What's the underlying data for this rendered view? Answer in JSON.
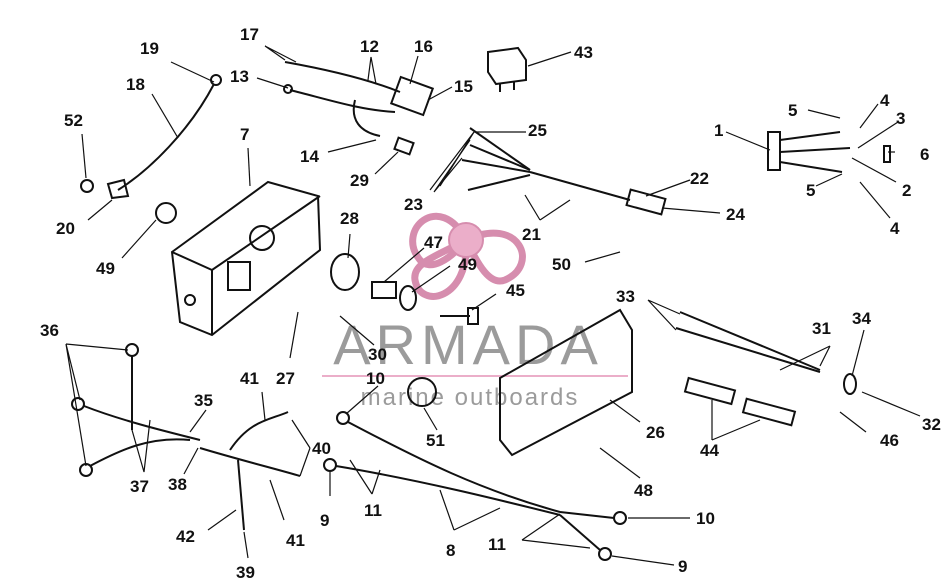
{
  "watermark": {
    "brand": "ARMADA",
    "tagline": "marine outboards",
    "accent_color": "#e8a0c0",
    "text_color": "#8a8a8a"
  },
  "callouts": [
    {
      "id": "c1",
      "text": "1"
    },
    {
      "id": "c2",
      "text": "2"
    },
    {
      "id": "c3",
      "text": "3"
    },
    {
      "id": "c4a",
      "text": "4"
    },
    {
      "id": "c4b",
      "text": "4"
    },
    {
      "id": "c5a",
      "text": "5"
    },
    {
      "id": "c5b",
      "text": "5"
    },
    {
      "id": "c6",
      "text": "6"
    },
    {
      "id": "c7",
      "text": "7"
    },
    {
      "id": "c8",
      "text": "8"
    },
    {
      "id": "c9a",
      "text": "9"
    },
    {
      "id": "c9b",
      "text": "9"
    },
    {
      "id": "c10a",
      "text": "10"
    },
    {
      "id": "c10b",
      "text": "10"
    },
    {
      "id": "c11a",
      "text": "11"
    },
    {
      "id": "c11b",
      "text": "11"
    },
    {
      "id": "c12",
      "text": "12"
    },
    {
      "id": "c13",
      "text": "13"
    },
    {
      "id": "c14",
      "text": "14"
    },
    {
      "id": "c15",
      "text": "15"
    },
    {
      "id": "c16",
      "text": "16"
    },
    {
      "id": "c17",
      "text": "17"
    },
    {
      "id": "c18",
      "text": "18"
    },
    {
      "id": "c19",
      "text": "19"
    },
    {
      "id": "c20",
      "text": "20"
    },
    {
      "id": "c21",
      "text": "21"
    },
    {
      "id": "c22",
      "text": "22"
    },
    {
      "id": "c23",
      "text": "23"
    },
    {
      "id": "c24",
      "text": "24"
    },
    {
      "id": "c25",
      "text": "25"
    },
    {
      "id": "c26",
      "text": "26"
    },
    {
      "id": "c27",
      "text": "27"
    },
    {
      "id": "c28",
      "text": "28"
    },
    {
      "id": "c29",
      "text": "29"
    },
    {
      "id": "c30",
      "text": "30"
    },
    {
      "id": "c31",
      "text": "31"
    },
    {
      "id": "c32",
      "text": "32"
    },
    {
      "id": "c33",
      "text": "33"
    },
    {
      "id": "c34",
      "text": "34"
    },
    {
      "id": "c35",
      "text": "35"
    },
    {
      "id": "c36",
      "text": "36"
    },
    {
      "id": "c37",
      "text": "37"
    },
    {
      "id": "c38",
      "text": "38"
    },
    {
      "id": "c39",
      "text": "39"
    },
    {
      "id": "c40",
      "text": "40"
    },
    {
      "id": "c41a",
      "text": "41"
    },
    {
      "id": "c41b",
      "text": "41"
    },
    {
      "id": "c42",
      "text": "42"
    },
    {
      "id": "c43",
      "text": "43"
    },
    {
      "id": "c44",
      "text": "44"
    },
    {
      "id": "c45",
      "text": "45"
    },
    {
      "id": "c46",
      "text": "46"
    },
    {
      "id": "c47",
      "text": "47"
    },
    {
      "id": "c48",
      "text": "48"
    },
    {
      "id": "c49a",
      "text": "49"
    },
    {
      "id": "c49b",
      "text": "49"
    },
    {
      "id": "c50",
      "text": "50"
    },
    {
      "id": "c51",
      "text": "51"
    },
    {
      "id": "c52",
      "text": "52"
    }
  ]
}
